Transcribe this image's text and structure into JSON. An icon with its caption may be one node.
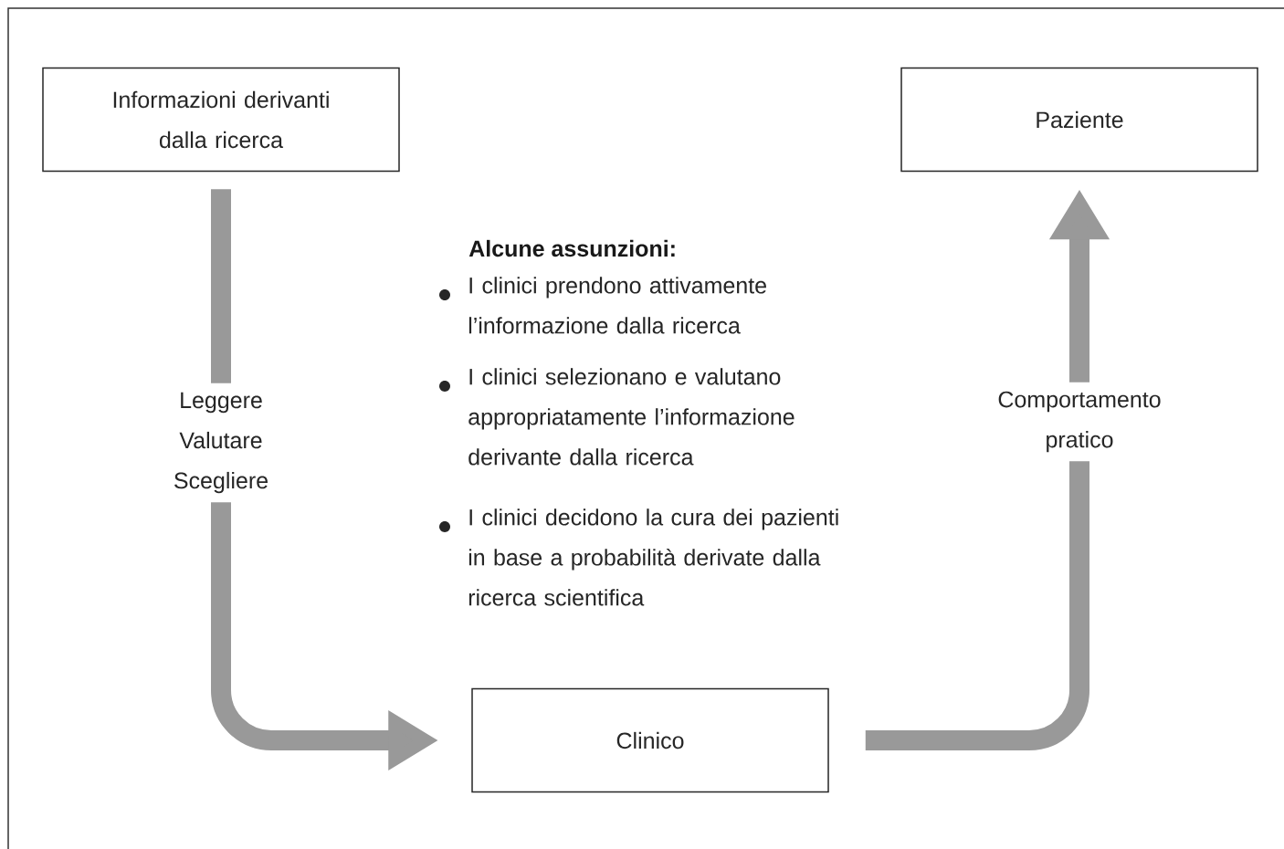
{
  "diagram": {
    "nodes": [
      {
        "text": [
          "Informazioni derivanti dalla ricerca"
        ]
      },
      {
        "text": [
          "Paziente"
        ]
      },
      {
        "text": [
          "Clinico"
        ]
      }
    ],
    "edges": [
      {
        "from": 0,
        "to": 2,
        "arrow": "to",
        "label": "Leggere Valutare Scegliere"
      },
      {
        "from": 2,
        "to": 1,
        "arrow": "to",
        "label": "Comportamento pratico"
      }
    ],
    "labels": [
      "Alcune assunzioni:",
      "I clinici prendono attivamente l’informazione dalla ricerca",
      "I clinici selezionano e valutano appropriatamente l’informazione derivante dalla ricerca",
      "I clinici decidono la cura dei pazienti in base a probabilità derivate dalla ricerca scientifica"
    ]
  }
}
